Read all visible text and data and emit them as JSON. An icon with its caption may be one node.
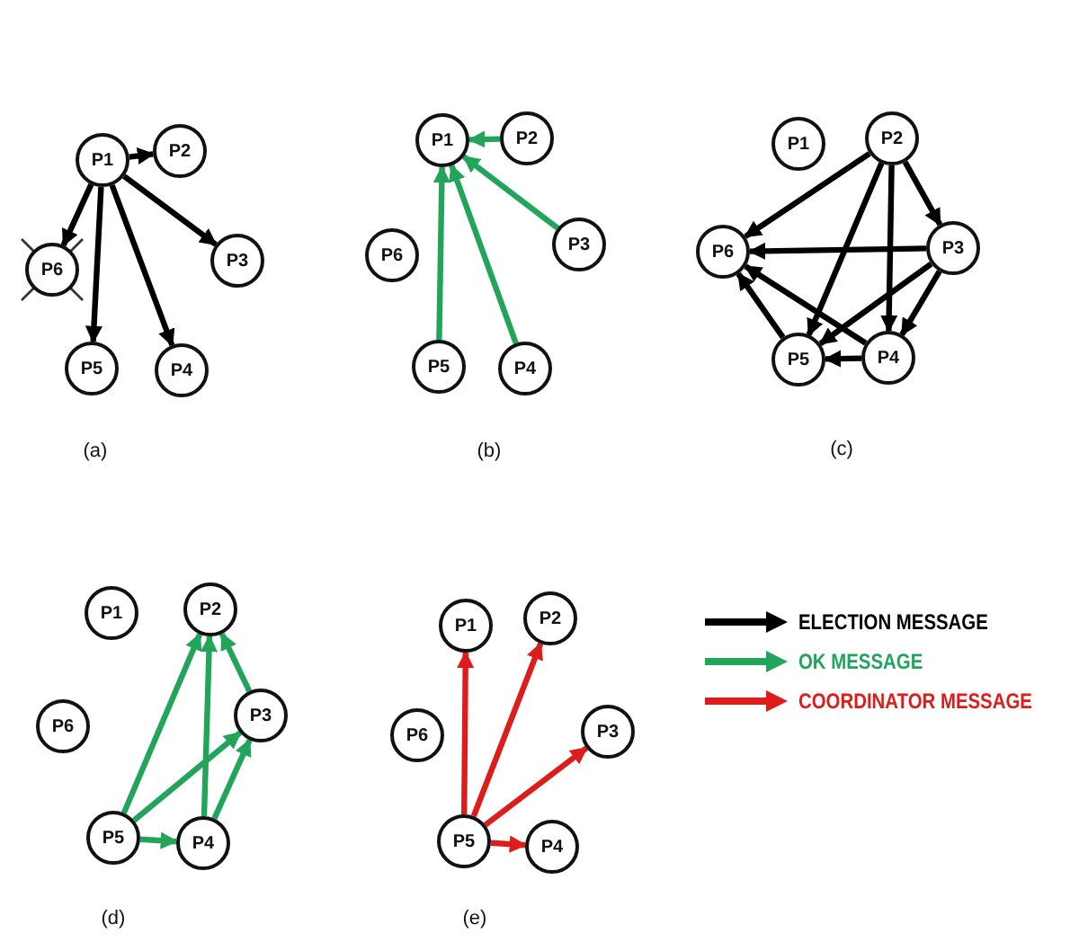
{
  "diagram": {
    "nodes": [
      {
        "text": [
          "P1"
        ]
      },
      {
        "text": [
          "P2"
        ]
      },
      {
        "text": [
          "P3"
        ]
      },
      {
        "text": [
          "P4"
        ]
      },
      {
        "text": [
          "P5"
        ]
      },
      {
        "text": [
          "P6"
        ]
      },
      {
        "text": [
          "P1"
        ]
      },
      {
        "text": [
          "P2"
        ]
      },
      {
        "text": [
          "P3"
        ]
      },
      {
        "text": [
          "P4"
        ]
      },
      {
        "text": [
          "P5"
        ]
      },
      {
        "text": [
          "P6"
        ]
      },
      {
        "text": [
          "P1"
        ]
      },
      {
        "text": [
          "P2"
        ]
      },
      {
        "text": [
          "P3"
        ]
      },
      {
        "text": [
          "P4"
        ]
      },
      {
        "text": [
          "P5"
        ]
      },
      {
        "text": [
          "P6"
        ]
      },
      {
        "text": [
          "P1"
        ]
      },
      {
        "text": [
          "P2"
        ]
      },
      {
        "text": [
          "P3"
        ]
      },
      {
        "text": [
          "P4"
        ]
      },
      {
        "text": [
          "P5"
        ]
      },
      {
        "text": [
          "P6"
        ]
      },
      {
        "text": [
          "P1"
        ]
      },
      {
        "text": [
          "P2"
        ]
      },
      {
        "text": [
          "P3"
        ]
      },
      {
        "text": [
          "P4"
        ]
      },
      {
        "text": [
          "P5"
        ]
      },
      {
        "text": [
          "P6"
        ]
      }
    ],
    "edges": [
      {
        "from": 0,
        "to": 1,
        "arrow": "to"
      },
      {
        "from": 0,
        "to": 2,
        "arrow": "to"
      },
      {
        "from": 0,
        "to": 3,
        "arrow": "to"
      },
      {
        "from": 0,
        "to": 4,
        "arrow": "to"
      },
      {
        "from": 0,
        "to": 5,
        "arrow": "to"
      },
      {
        "from": 7,
        "to": 6,
        "arrow": "to",
        "color": "#22a55a"
      },
      {
        "from": 8,
        "to": 6,
        "arrow": "to",
        "color": "#22a55a"
      },
      {
        "from": 9,
        "to": 6,
        "arrow": "to",
        "color": "#22a55a"
      },
      {
        "from": 10,
        "to": 6,
        "arrow": "to",
        "color": "#22a55a"
      },
      {
        "from": 13,
        "to": 17,
        "arrow": "to"
      },
      {
        "from": 13,
        "to": 16,
        "arrow": "to"
      },
      {
        "from": 13,
        "to": 15,
        "arrow": "to"
      },
      {
        "from": 13,
        "to": 14,
        "arrow": "to"
      },
      {
        "from": 14,
        "to": 17,
        "arrow": "to"
      },
      {
        "from": 14,
        "to": 16,
        "arrow": "to"
      },
      {
        "from": 14,
        "to": 15,
        "arrow": "to"
      },
      {
        "from": 15,
        "to": 17,
        "arrow": "to"
      },
      {
        "from": 15,
        "to": 16,
        "arrow": "to"
      },
      {
        "from": 16,
        "to": 17,
        "arrow": "to"
      },
      {
        "from": 22,
        "to": 19,
        "arrow": "to",
        "color": "#22a55a"
      },
      {
        "from": 22,
        "to": 20,
        "arrow": "to",
        "color": "#22a55a"
      },
      {
        "from": 22,
        "to": 21,
        "arrow": "to",
        "color": "#22a55a"
      },
      {
        "from": 21,
        "to": 19,
        "arrow": "to",
        "color": "#22a55a"
      },
      {
        "from": 21,
        "to": 20,
        "arrow": "to",
        "color": "#22a55a"
      },
      {
        "from": 20,
        "to": 19,
        "arrow": "to",
        "color": "#22a55a"
      },
      {
        "from": 28,
        "to": 24,
        "arrow": "to",
        "color": "#dd1c1c"
      },
      {
        "from": 28,
        "to": 25,
        "arrow": "to",
        "color": "#dd1c1c"
      },
      {
        "from": 28,
        "to": 26,
        "arrow": "to",
        "color": "#dd1c1c"
      },
      {
        "from": 28,
        "to": 27,
        "arrow": "to",
        "color": "#dd1c1c"
      }
    ],
    "labels": [
      "(a)",
      "(b)",
      "(c)",
      "(d)",
      "(e)"
    ],
    "legend": [
      {
        "text": "ELECTION MESSAGE",
        "color": "#000000"
      },
      {
        "text": "OK MESSAGE",
        "color": "#22a55a"
      },
      {
        "text": "COORDINATOR MESSAGE",
        "color": "#dd1c1c"
      }
    ]
  }
}
